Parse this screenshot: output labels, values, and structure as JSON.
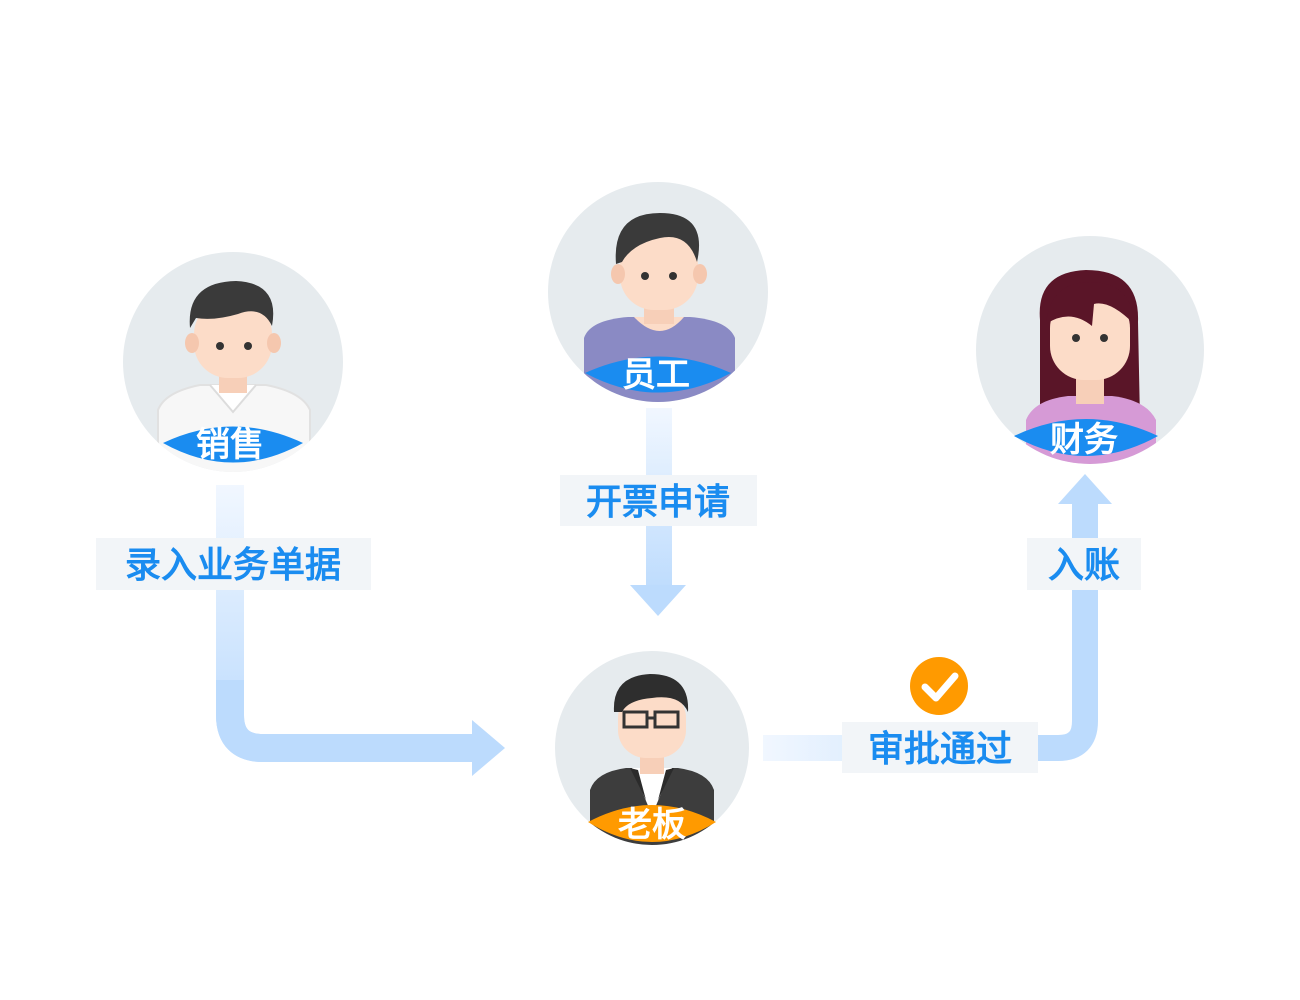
{
  "colors": {
    "accent": "#1a8cf0",
    "boss_accent": "#ff9a00",
    "arrow": "#bcdbfd",
    "avatar_bg": "#e6ebee",
    "label_bg": "#f2f5f8",
    "check": "#ff9a00"
  },
  "nodes": {
    "sales": {
      "label": "销售",
      "icon": "male-avatar-icon"
    },
    "employee": {
      "label": "员工",
      "icon": "male-avatar-icon"
    },
    "finance": {
      "label": "财务",
      "icon": "female-avatar-icon"
    },
    "boss": {
      "label": "老板",
      "icon": "boss-avatar-icon"
    }
  },
  "edges": {
    "sales_to_boss": "录入业务单据",
    "employee_to_boss": "开票申请",
    "boss_to_finance": "审批通过",
    "finance_in": "入账"
  }
}
